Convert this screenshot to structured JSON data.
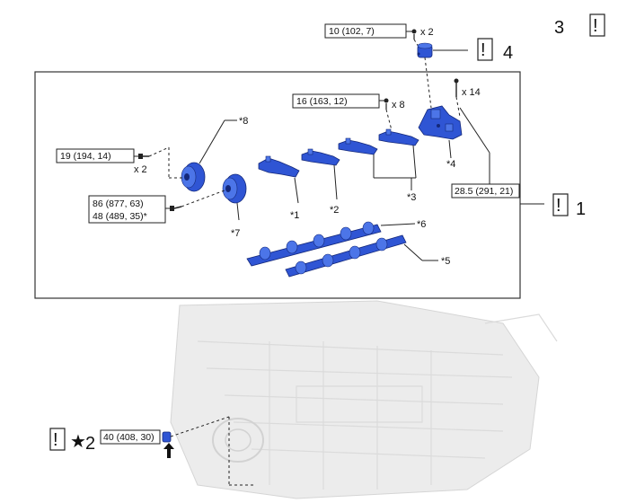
{
  "torques": {
    "t1": "10 (102, 7)",
    "t2": "16 (163, 12)",
    "t3": "19 (194, 14)",
    "t4a": "86 (877, 63)",
    "t4b": "48 (489, 35)*",
    "t5": "28.5 (291, 21)",
    "t6": "40 (408, 30)"
  },
  "quantities": {
    "q1": "x 2",
    "q2": "x 8",
    "q3": "x 14",
    "q4": "x 2"
  },
  "part_labels": {
    "p1": "*1",
    "p2": "*2",
    "p3": "*3",
    "p4": "*4",
    "p5": "*5",
    "p6": "*6",
    "p7": "*7",
    "p8": "*8"
  },
  "callouts": {
    "c1": "1",
    "c2": "2",
    "c3": "3",
    "c4": "4",
    "star": "★",
    "bang": "!"
  },
  "colors": {
    "part_blue": "#2f55d4",
    "outline": "#111111"
  }
}
